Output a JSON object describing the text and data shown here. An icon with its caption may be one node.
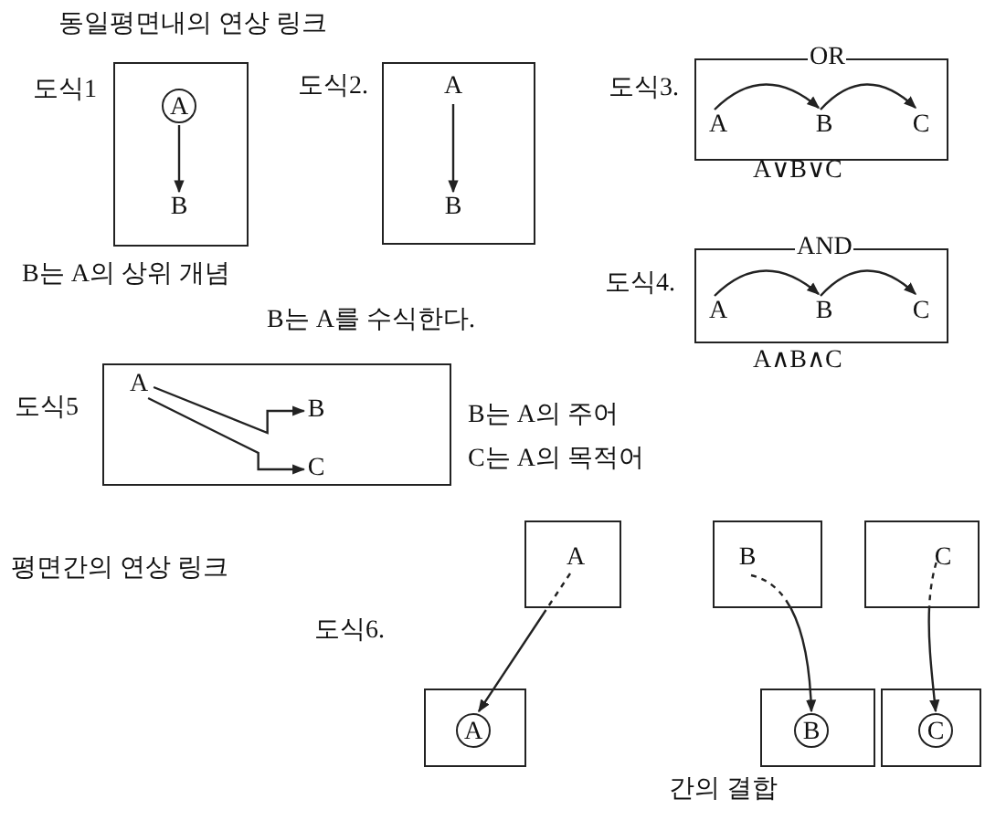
{
  "diagram": {
    "title": "동일평면내의 연상 링크",
    "nodes": [
      {
        "text": [
          "도식1"
        ],
        "beside": [
          "B는 A의 상위 개념"
        ]
      },
      {
        "text": [
          "A"
        ],
        "in": 0
      },
      {
        "text": [
          "B"
        ],
        "in": 0
      },
      {
        "text": [
          "도식2."
        ],
        "beside": [
          "B는 A를 수식한다."
        ]
      },
      {
        "text": [
          "A"
        ],
        "in": 3
      },
      {
        "text": [
          "B"
        ],
        "in": 3
      },
      {
        "text": [
          "도식3.",
          "OR"
        ],
        "beside": [
          "A∨B∨C"
        ]
      },
      {
        "text": [
          "A"
        ],
        "in": 6
      },
      {
        "text": [
          "B"
        ],
        "in": 6
      },
      {
        "text": [
          "C"
        ],
        "in": 6
      },
      {
        "text": [
          "도식4.",
          "AND"
        ],
        "beside": [
          "A∧B∧C"
        ]
      },
      {
        "text": [
          "A"
        ],
        "in": 10
      },
      {
        "text": [
          "B"
        ],
        "in": 10
      },
      {
        "text": [
          "C"
        ],
        "in": 10
      },
      {
        "text": [
          "도식5"
        ],
        "beside": [
          "B는 A의 주어",
          "C는 A의 목적어"
        ]
      },
      {
        "text": [
          "A"
        ],
        "in": 14
      },
      {
        "text": [
          "B"
        ],
        "in": 14
      },
      {
        "text": [
          "C"
        ],
        "in": 14
      },
      {
        "text": [],
        "shape": "box"
      },
      {
        "text": [
          "A"
        ],
        "in": 18
      },
      {
        "text": [],
        "shape": "box"
      },
      {
        "text": [
          "A"
        ],
        "in": 20
      },
      {
        "text": [],
        "shape": "box"
      },
      {
        "text": [
          "B"
        ],
        "in": 22
      },
      {
        "text": [],
        "shape": "box"
      },
      {
        "text": [
          "B"
        ],
        "in": 24
      },
      {
        "text": [],
        "shape": "box"
      },
      {
        "text": [
          "C"
        ],
        "in": 26
      },
      {
        "text": [],
        "shape": "box"
      },
      {
        "text": [
          "C"
        ],
        "in": 28
      }
    ],
    "edges": [
      {
        "from": 1,
        "to": 2,
        "arrow": "to"
      },
      {
        "from": 4,
        "to": 5,
        "arrow": "to"
      },
      {
        "from": 7,
        "to": 8,
        "arrow": "to"
      },
      {
        "from": 8,
        "to": 9,
        "arrow": "to"
      },
      {
        "from": 11,
        "to": 12,
        "arrow": "to"
      },
      {
        "from": 12,
        "to": 13,
        "arrow": "to"
      },
      {
        "from": 15,
        "to": 16,
        "arrow": "to"
      },
      {
        "from": 15,
        "to": 17,
        "arrow": "to"
      },
      {
        "from": 19,
        "to": 21,
        "arrow": "to",
        "style": "dashed"
      },
      {
        "from": 23,
        "to": 25,
        "arrow": "to",
        "style": "dashed"
      },
      {
        "from": 27,
        "to": 29,
        "arrow": "to",
        "style": "dashed"
      }
    ],
    "labels": [
      "평면간의 연상 링크",
      "도식6.",
      "간의 결합"
    ]
  }
}
